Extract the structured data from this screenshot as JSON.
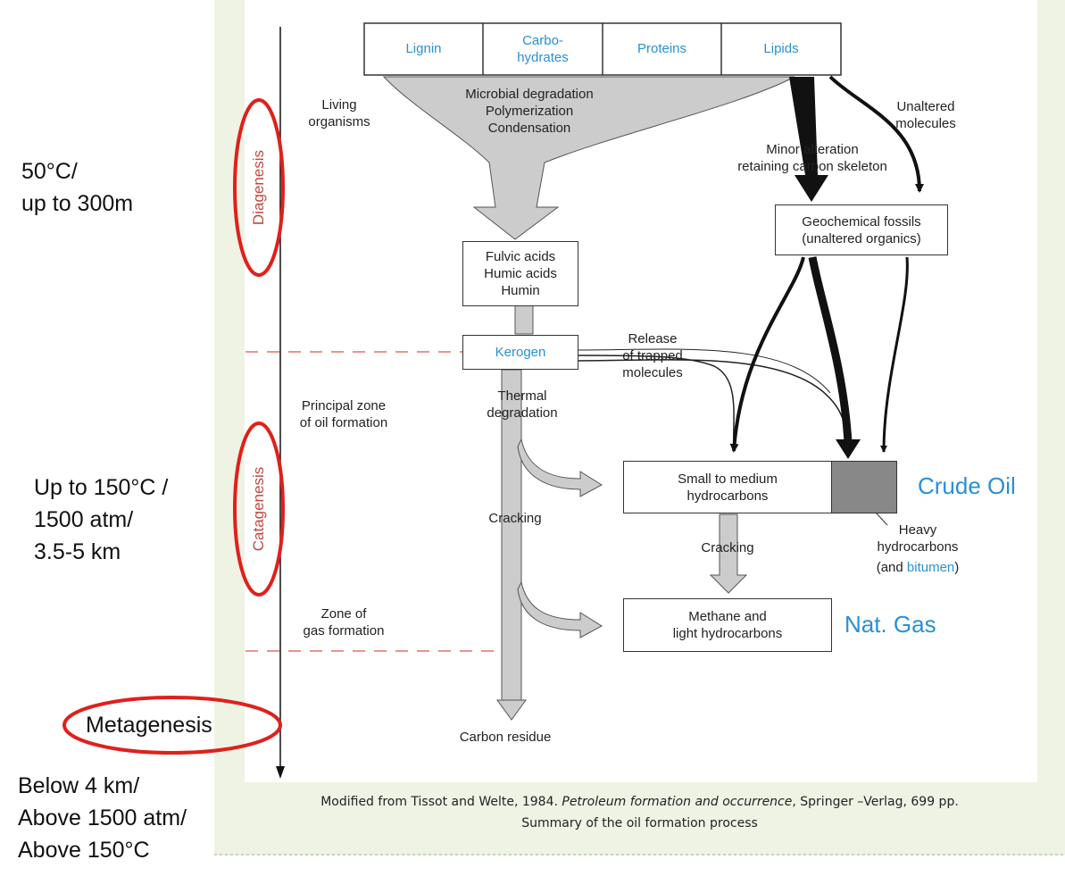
{
  "side_notes": {
    "diagenesis_conditions": [
      "50°C/",
      "up to 300m"
    ],
    "catagenesis_conditions": [
      "Up to 150°C /",
      "1500 atm/",
      "3.5-5 km"
    ],
    "metagenesis_label": "Metagenesis",
    "metagenesis_conditions": [
      "Below 4 km/",
      "Above 1500 atm/",
      "Above 150°C"
    ]
  },
  "stages": {
    "diagenesis": "Diagenesis",
    "catagenesis": "Catagenesis"
  },
  "source_boxes": [
    "Lignin",
    "Carbo-\nhydrates",
    "Proteins",
    "Lipids"
  ],
  "labels": {
    "living_organisms": "Living\norganisms",
    "microbial": "Microbial degradation\nPolymerization\nCondensation",
    "unaltered_molecules": "Unaltered\nmolecules",
    "minor_alteration": "Minor alteration\nretaining carbon skeleton",
    "release": "Release\nof trapped\nmolecules",
    "thermal": "Thermal\ndegradation",
    "principal_zone": "Principal zone\nof oil formation",
    "cracking_left": "Cracking",
    "cracking_right": "Cracking",
    "heavy_hc": "Heavy\nhydrocarbons",
    "and_bitumen_pre": "(and ",
    "bitumen": "bitumen",
    "and_bitumen_post": ")",
    "zone_gas": "Zone of\ngas formation",
    "carbon_residue": "Carbon residue"
  },
  "boxes": {
    "geochemical": "Geochemical fossils\n(unaltered organics)",
    "fulvic": "Fulvic acids\nHumic acids\nHumin",
    "kerogen": "Kerogen",
    "small_medium": "Small to medium\nhydrocarbons",
    "methane": "Methane and\nlight hydrocarbons"
  },
  "products": {
    "crude_oil": "Crude Oil",
    "nat_gas": "Nat. Gas"
  },
  "caption": {
    "line1_pre": "Modified from Tissot and Welte, 1984. ",
    "line1_italic": "Petroleum formation and occurrence",
    "line1_post": ", Springer –Verlag, 699 pp.",
    "line2": "Summary of the oil formation process"
  },
  "colors": {
    "accent_blue": "#2a8fd6",
    "highlight_red": "#e0201b",
    "stage_red": "#c2473e",
    "arrow_gray": "#c8c8c8"
  }
}
